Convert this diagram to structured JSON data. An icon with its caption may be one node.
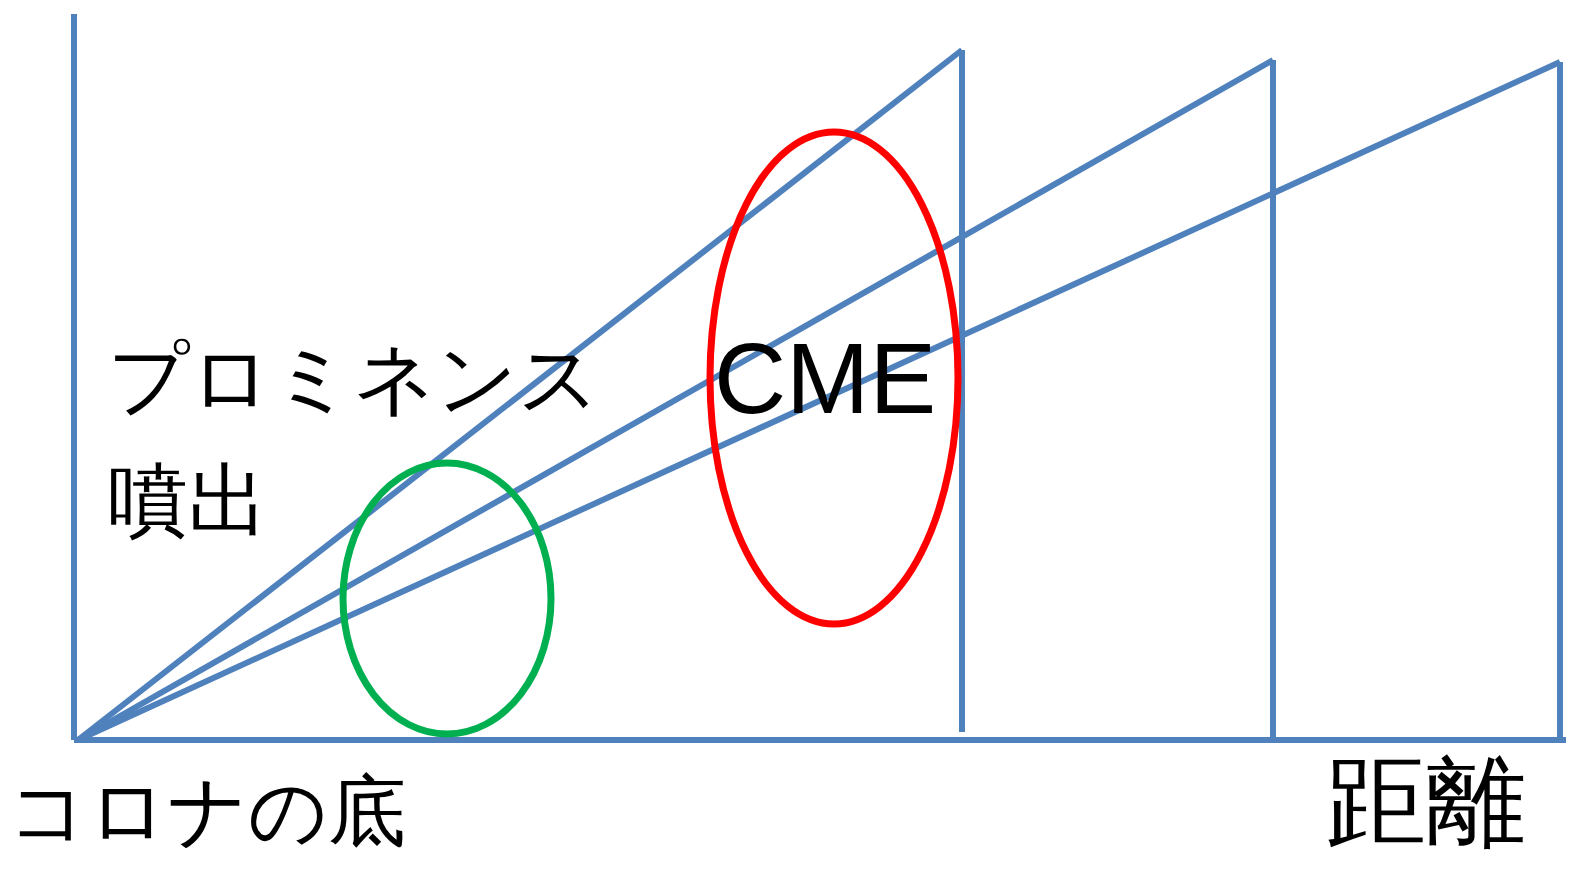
{
  "diagram": {
    "nodes": [
      {
        "text": [],
        "shape": "circle",
        "beside": [
          "プロミネンス噴出"
        ]
      },
      {
        "text": [
          "CME"
        ]
      }
    ],
    "labels": [
      "コロナの底",
      "距離"
    ]
  }
}
